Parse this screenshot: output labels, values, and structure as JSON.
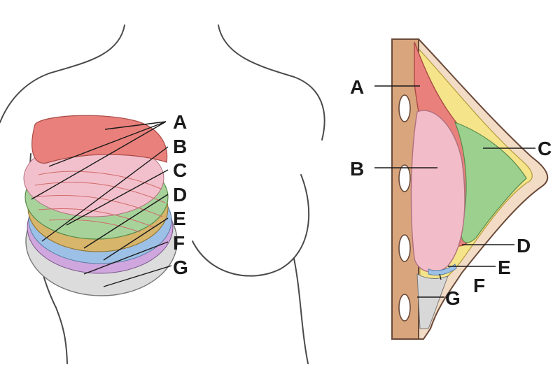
{
  "front_view": {
    "labels": [
      "A",
      "B",
      "C",
      "D",
      "E",
      "F",
      "G"
    ]
  },
  "side_view": {
    "labels": [
      "A",
      "B",
      "C",
      "D",
      "E",
      "F",
      "G"
    ]
  },
  "colors": {
    "muscle": "#e8736f",
    "implant": "#f2b8c6",
    "gland": "#8fcc8a",
    "fat": "#f5e27a",
    "capsule": "#8fb6e0",
    "fascia": "#c9a0d8",
    "skin": "#d9d9d9",
    "rib_tan": "#d8a57a",
    "outline": "#4a4a4a"
  }
}
